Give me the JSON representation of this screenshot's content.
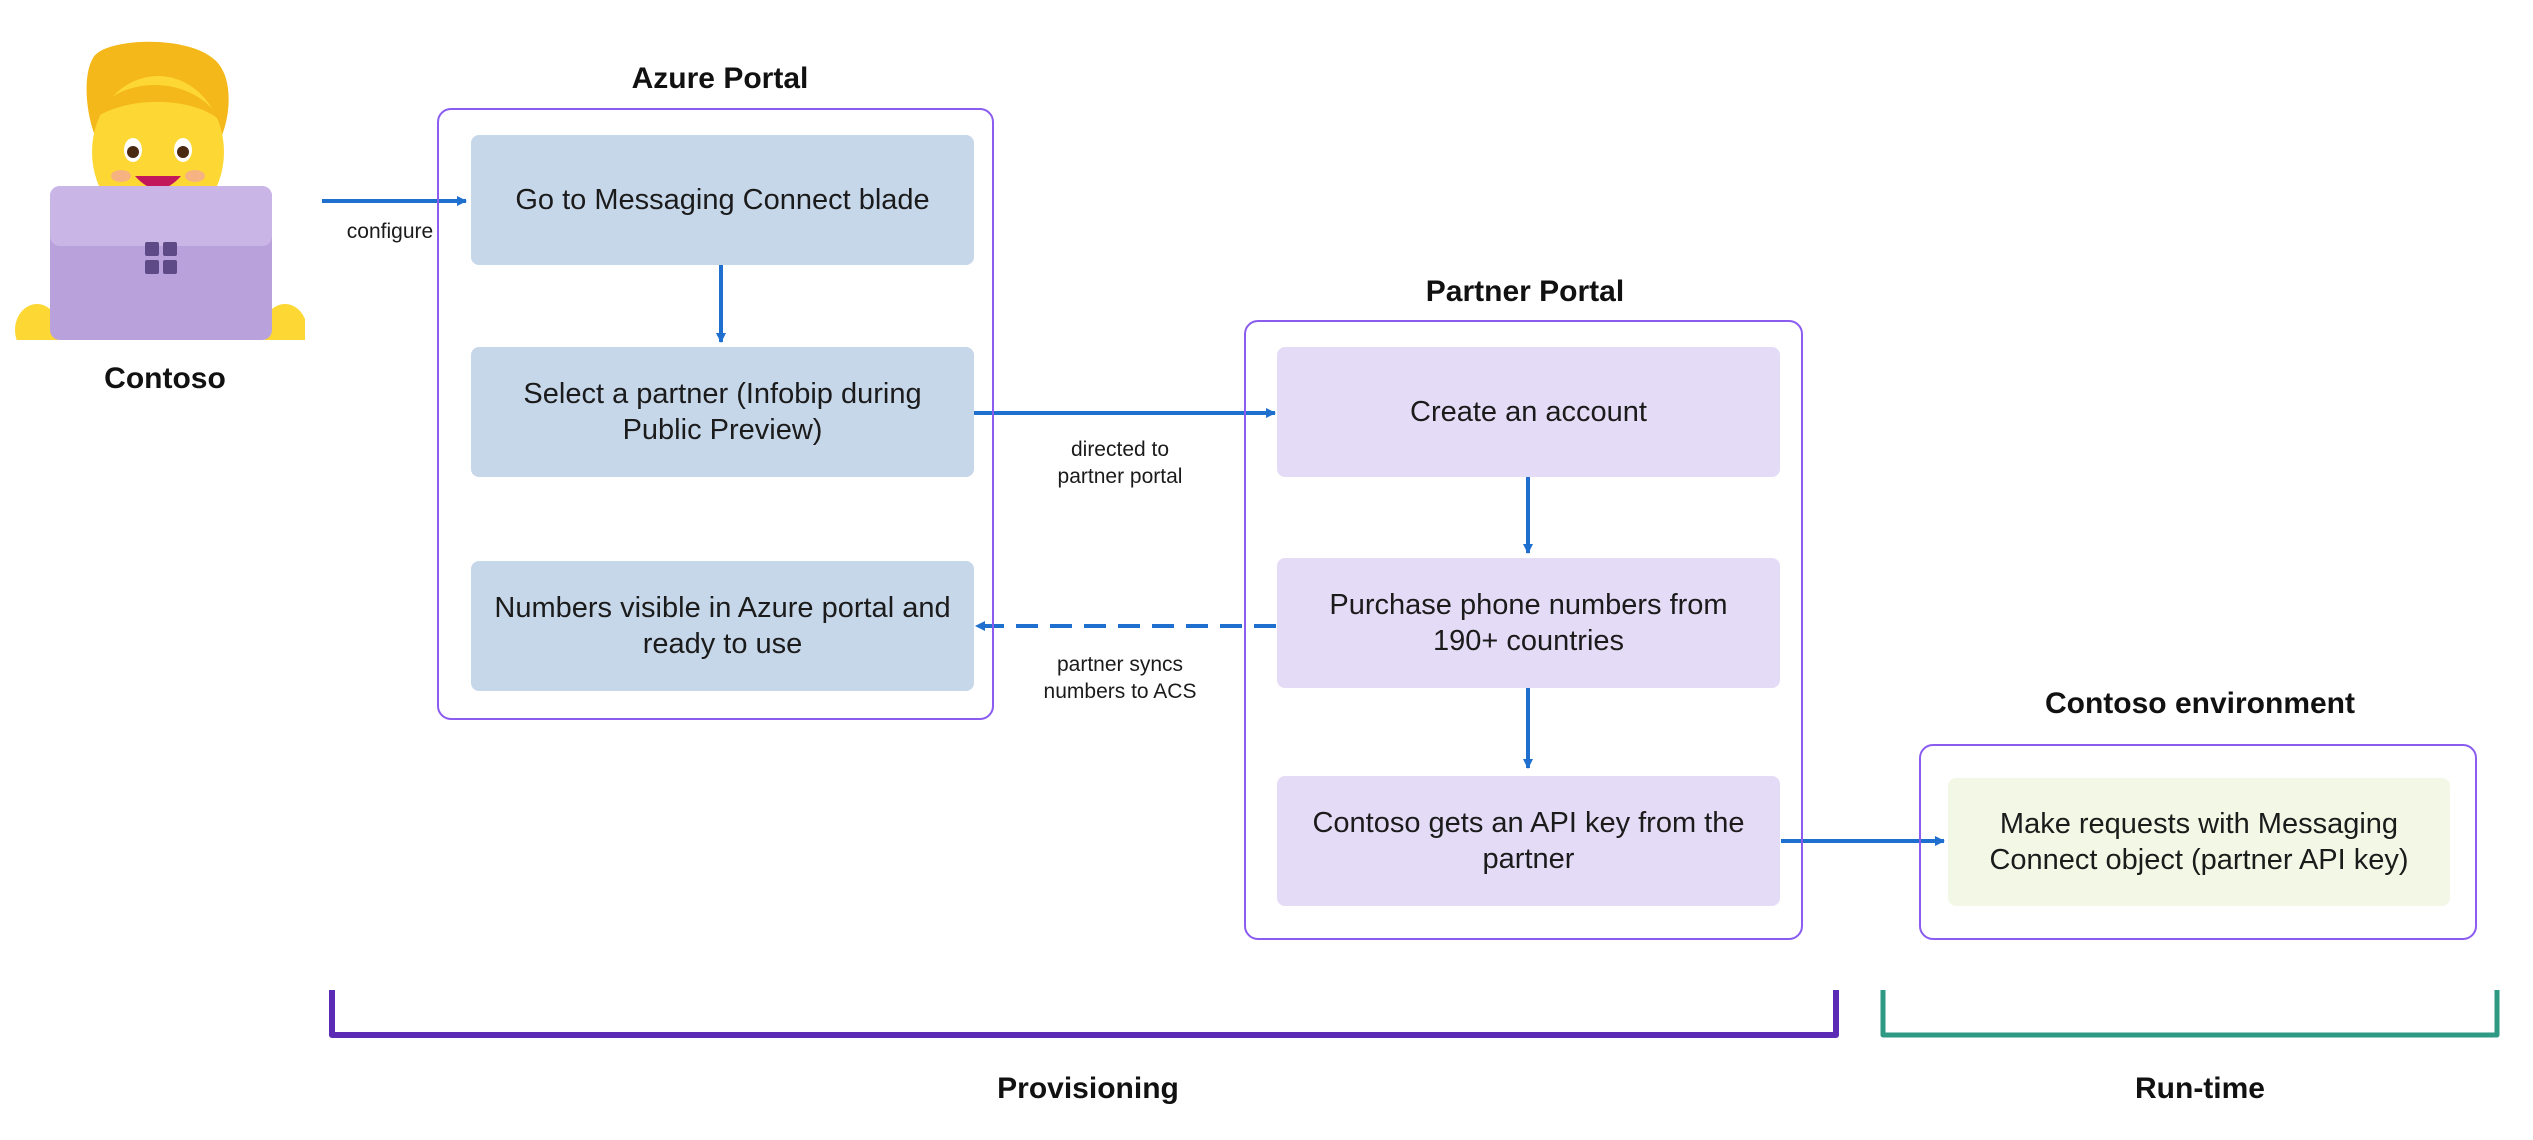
{
  "colors": {
    "arrow": "#1f6fcf",
    "group_border": "#8a5cf0",
    "provisioning_bracket": "#5b2bb6",
    "runtime_bracket": "#2f9a84"
  },
  "actor": {
    "name": "Contoso",
    "icon": "person-at-laptop-icon"
  },
  "groups": {
    "azure": {
      "title": "Azure Portal"
    },
    "partner": {
      "title": "Partner Portal"
    },
    "contoso": {
      "title": "Contoso environment"
    }
  },
  "steps": {
    "go_to_blade": "Go to Messaging Connect blade",
    "select_partner": "Select a partner (Infobip during Public Preview)",
    "numbers_visible": "Numbers visible in Azure portal and ready to use",
    "create_account": "Create an account",
    "purchase_numbers": "Purchase phone numbers from 190+ countries",
    "get_api_key": "Contoso gets an API key from the partner",
    "make_requests": "Make requests with Messaging Connect object (partner API key)"
  },
  "edges": {
    "configure": "configure",
    "directed": "directed to partner portal",
    "syncs": "partner syncs numbers to ACS"
  },
  "phases": {
    "provisioning": "Provisioning",
    "runtime": "Run-time"
  }
}
